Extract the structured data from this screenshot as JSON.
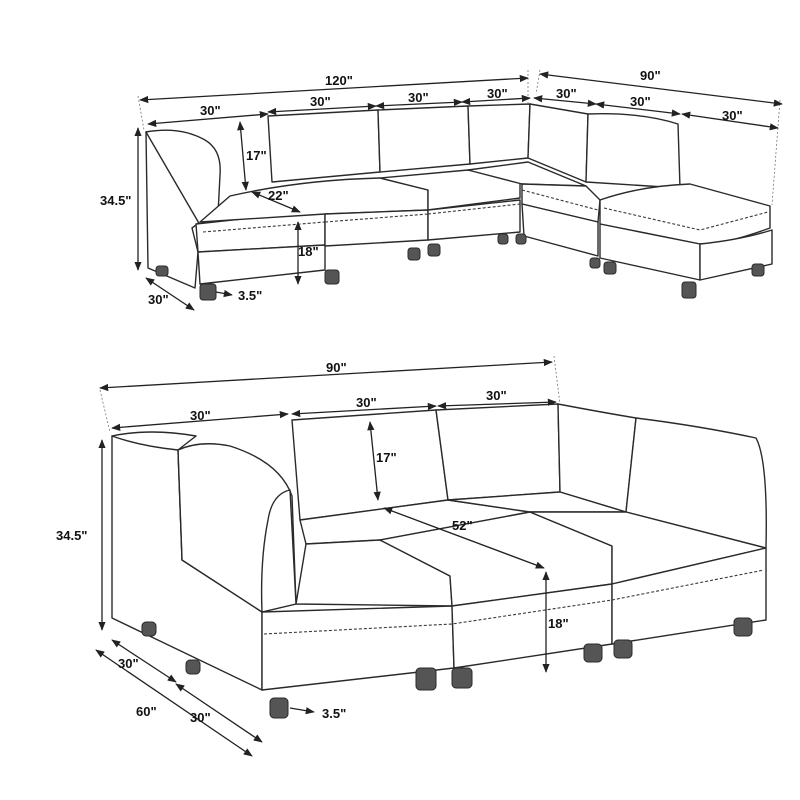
{
  "top_view": {
    "overall_width": "120\"",
    "overall_ottoman_depth": "90\"",
    "module_widths": [
      "30\"",
      "30\"",
      "30\"",
      "30\"",
      "30\"",
      "30\"",
      "30\""
    ],
    "back_height": "17\"",
    "seat_depth": "22\"",
    "seat_height": "18\"",
    "total_height": "34.5\"",
    "depth": "30\"",
    "leg_height": "3.5\""
  },
  "bottom_view": {
    "overall_width": "90\"",
    "module_widths": [
      "30\"",
      "30\"",
      "30\""
    ],
    "back_height": "17\"",
    "seat_span": "52\"",
    "seat_height": "18\"",
    "total_height": "34.5\"",
    "depth_segment_1": "30\"",
    "depth_total": "60\"",
    "depth_segment_2": "30\"",
    "leg_height": "3.5\""
  }
}
